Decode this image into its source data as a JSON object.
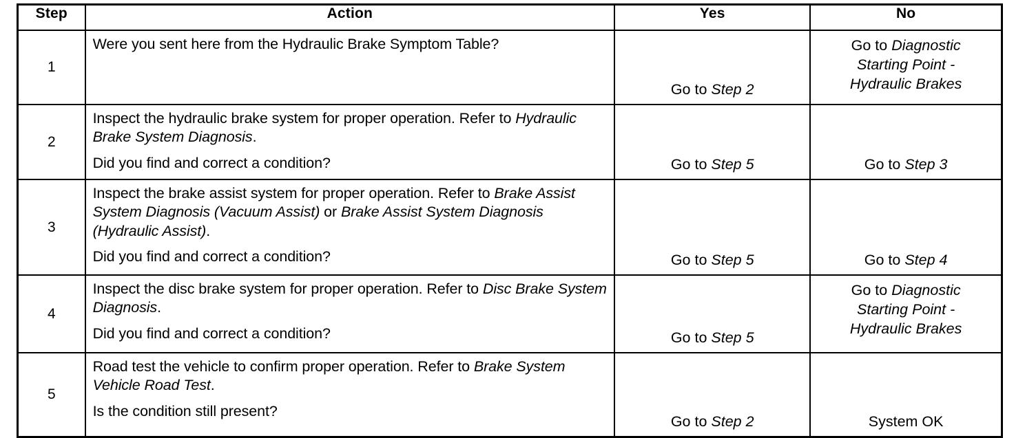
{
  "table": {
    "headers": {
      "step": "Step",
      "action": "Action",
      "yes": "Yes",
      "no": "No"
    },
    "rows": [
      {
        "step": "1",
        "action_main_pre": "Were you sent here from the Hydraulic Brake Symptom Table?",
        "action_main_em": "",
        "action_main_post": "",
        "action_question": "",
        "yes_pre": "Go to ",
        "yes_em": "Step 2",
        "yes_post": "",
        "no_line1_pre": "Go to ",
        "no_line1_em": "Diagnostic",
        "no_line2_em": "Starting Point -",
        "no_line3_em": "Hydraulic Brakes"
      },
      {
        "step": "2",
        "action_main_pre": "Inspect the hydraulic brake system for proper operation. Refer to ",
        "action_main_em": "Hydraulic Brake System Diagnosis",
        "action_main_post": ".",
        "action_question": "Did you find and correct a condition?",
        "yes_pre": "Go to ",
        "yes_em": "Step 5",
        "yes_post": "",
        "no_line1_pre": "Go to ",
        "no_line1_em": "Step 3",
        "no_line2_em": "",
        "no_line3_em": ""
      },
      {
        "step": "3",
        "action_main_pre": "Inspect the brake assist system for proper operation. Refer to ",
        "action_main_em": "Brake Assist System Diagnosis (Vacuum Assist)",
        "action_main_mid": " or ",
        "action_main_em2": "Brake Assist System Diagnosis (Hydraulic Assist)",
        "action_main_post": ".",
        "action_question": "Did you find and correct a condition?",
        "yes_pre": "Go to ",
        "yes_em": "Step 5",
        "yes_post": "",
        "no_line1_pre": "Go to ",
        "no_line1_em": "Step 4",
        "no_line2_em": "",
        "no_line3_em": ""
      },
      {
        "step": "4",
        "action_main_pre": "Inspect the disc brake system for proper operation. Refer to ",
        "action_main_em": "Disc Brake System Diagnosis",
        "action_main_post": ".",
        "action_question": "Did you find and correct a condition?",
        "yes_pre": "Go to ",
        "yes_em": "Step 5",
        "yes_post": "",
        "no_line1_pre": "Go to ",
        "no_line1_em": "Diagnostic",
        "no_line2_em": "Starting Point -",
        "no_line3_em": "Hydraulic Brakes"
      },
      {
        "step": "5",
        "action_main_pre": "Road test the vehicle to confirm proper operation. Refer to ",
        "action_main_em": "Brake System Vehicle Road Test",
        "action_main_post": ".",
        "action_question": "Is the condition still present?",
        "yes_pre": "Go to ",
        "yes_em": "Step 2",
        "yes_post": "",
        "no_line1_pre": "System OK",
        "no_line1_em": "",
        "no_line2_em": "",
        "no_line3_em": ""
      }
    ]
  },
  "colors": {
    "ink": "#000000",
    "paper": "#ffffff"
  }
}
